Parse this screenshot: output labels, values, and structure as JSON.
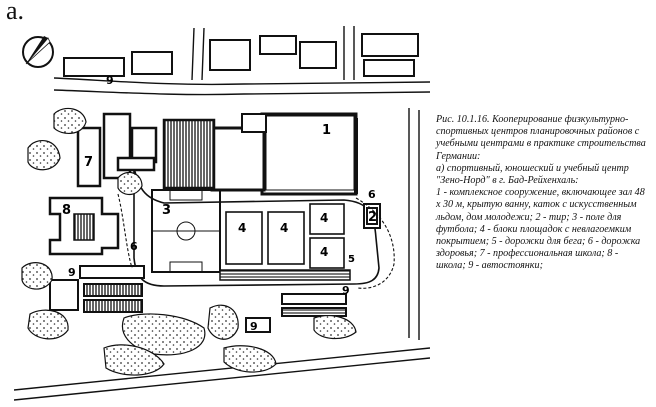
{
  "panel_letter": "а.",
  "caption": {
    "title": "Рис. 10.1.16. Кооперирование физкультурно-спортивных центров планировочных районов с учебными центрами в практике строительства Германии:",
    "subtitle": "а) спортивный, юношеский и учебный центр \"Зено-Норд\" в г. Бад-Рейхенхаль:",
    "legend": "1 - комплексное сооружение, включающее зал 48 х 30 м, крытую ванну, каток с искусственным льдом, дом молодежи; 2 - тир; 3 - поле для футбола; 4 - блоки площадок с невлагоемким покрытием; 5 - дорожки для бега; 6 - дорожка здоровья; 7 - профессиональная школа; 8 - школа; 9 - автостоянки;"
  },
  "plan_labels": {
    "complex_building": "1",
    "shooting_range": "2",
    "football_field": "3",
    "court_block_a": "4",
    "court_block_b": "4",
    "court_block_c": "4",
    "court_block_d": "4",
    "running_track": "5",
    "health_path_east": "6",
    "health_path_west": "6",
    "vocational_school": "7",
    "school": "8",
    "parking_north": "9",
    "parking_west": "9",
    "parking_south": "9",
    "parking_southwest": "9"
  }
}
